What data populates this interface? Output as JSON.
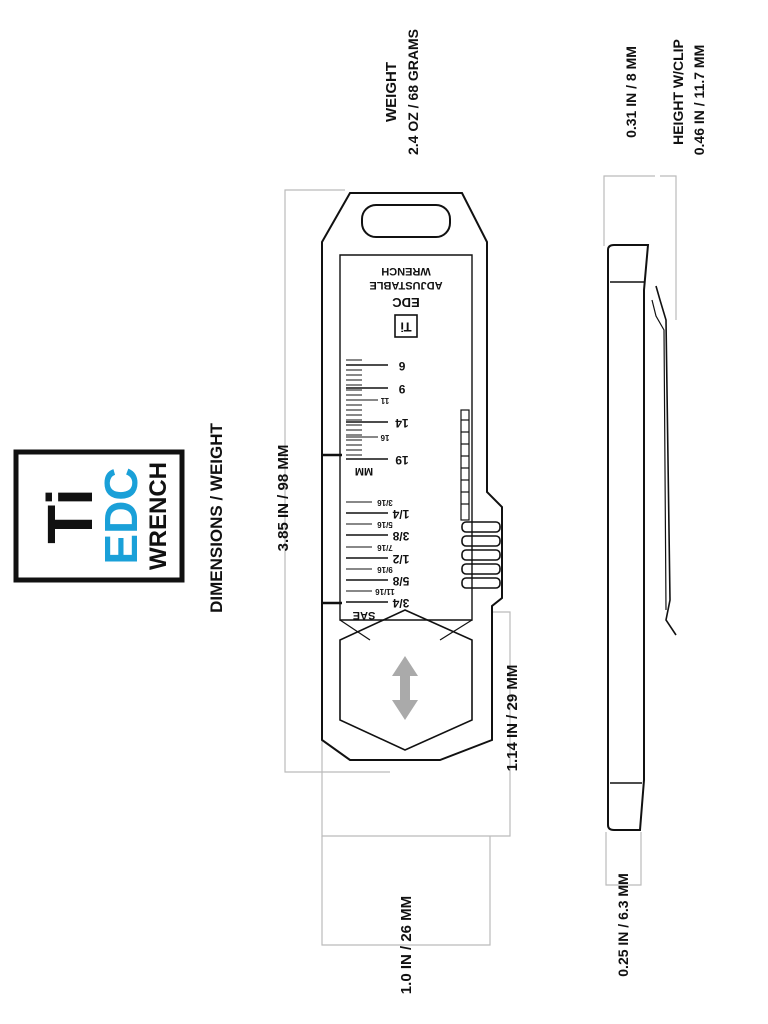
{
  "logo": {
    "ti": "Ti",
    "edc": "EDC",
    "wrench": "WRENCH",
    "edc_color": "#1aa0d8"
  },
  "title": "DIMENSIONS / WEIGHT",
  "weight": {
    "label": "WEIGHT",
    "value": "2.4 OZ / 68 GRAMS"
  },
  "dimensions": {
    "length": "3.85 IN / 98 MM",
    "jaw": "1.14 IN / 29 MM",
    "width": "1.0 IN / 26 MM",
    "thickness": "0.31 IN / 8 MM",
    "height_clip_label": "HEIGHT W/CLIP",
    "height_clip_value": "0.46 IN / 11.7 MM",
    "base": "0.25 IN / 6.3 MM"
  },
  "wrench_face": {
    "brand_mark": "Ti",
    "line1": "EDC",
    "line2": "ADJUSTABLE",
    "line3": "WRENCH",
    "mm_label": "MM",
    "sae_label": "SAE",
    "mm_major": [
      "6",
      "9",
      "14",
      "19"
    ],
    "mm_minor": [
      "11",
      "16"
    ],
    "sae_major": [
      "1/4",
      "3/8",
      "1/2",
      "5/8",
      "3/4"
    ],
    "sae_minor": [
      "3/16",
      "5/16",
      "7/16",
      "9/16",
      "11/16"
    ]
  },
  "colors": {
    "line": "#111111",
    "dim_line": "#bbbbbb",
    "arrow": "#aaaaaa"
  }
}
